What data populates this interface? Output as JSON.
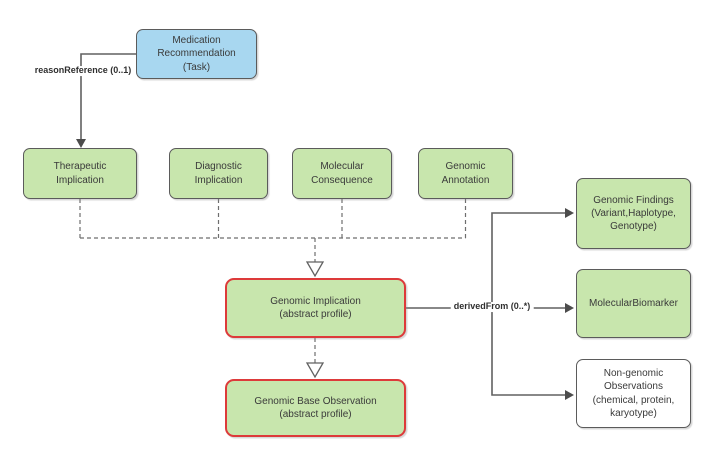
{
  "nodes": {
    "medication": "Medication\nRecommendation\n(Task)",
    "therapeutic": "Therapeutic\nImplication",
    "diagnostic": "Diagnostic\nImplication",
    "molecular": "Molecular\nConsequence",
    "annotation": "Genomic\nAnnotation",
    "implication": "Genomic Implication\n(abstract profile)",
    "base_observation": "Genomic Base Observation\n(abstract profile)",
    "findings": "Genomic Findings\n(Variant,Haplotype,\nGenotype)",
    "biomarker": "MolecularBiomarker",
    "non_genomic": "Non-genomic\nObservations\n(chemical, protein,\nkaryotype)"
  },
  "edges": {
    "reason_reference": "reasonReference (0..1)",
    "derived_from": "derivedFrom (0..*)"
  },
  "colors": {
    "node_green": "#c8e6ad",
    "node_blue": "#a8d7f0",
    "node_white": "#ffffff",
    "border_gray": "#5b5b5b",
    "border_red": "#dd3a3a",
    "connector_gray": "#616161"
  }
}
